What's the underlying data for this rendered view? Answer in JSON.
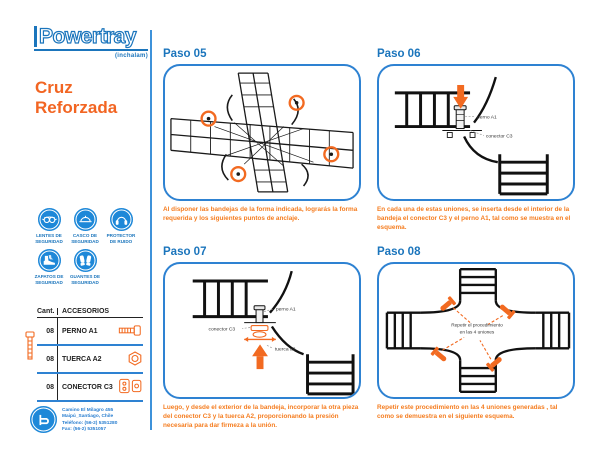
{
  "brand": {
    "logo": "Powertray",
    "sublogo": "(inchalam)",
    "title_line1": "Cruz",
    "title_line2": "Reforzada"
  },
  "safety": {
    "items": [
      {
        "icon": "goggles-icon",
        "label1": "LENTES DE",
        "label2": "SEGURIDAD"
      },
      {
        "icon": "helmet-icon",
        "label1": "CASCO DE",
        "label2": "SEGURIDAD"
      },
      {
        "icon": "ear-protection-icon",
        "label1": "PROTECTOR",
        "label2": "DE RUIDO"
      },
      {
        "icon": "boots-icon",
        "label1": "ZAPATOS DE",
        "label2": "SEGURIDAD"
      },
      {
        "icon": "gloves-icon",
        "label1": "GUANTES DE",
        "label2": "SEGURIDAD"
      }
    ]
  },
  "accessories": {
    "headers": {
      "qty": "Cant.",
      "name": "ACCESORIOS"
    },
    "rows": [
      {
        "qty": "08",
        "name": "PERNO A1",
        "icon": "bolt-icon"
      },
      {
        "qty": "08",
        "name": "TUERCA A2",
        "icon": "nut-icon"
      },
      {
        "qty": "08",
        "name": "CONECTOR C3",
        "icon": "connector-icon"
      }
    ]
  },
  "contact": {
    "line1": "Camino El Milagro 455",
    "line2": "Maipú_Santiago, Chile",
    "line3": "Teléfono: (56-2) 5351280",
    "line4": "Fax: (56-2) 5351057"
  },
  "steps": [
    {
      "title": "Paso 05",
      "caption": "Al disponer las bandejas de la forma indicada, lograrás la forma requerida y los siguientes puntos de anclaje."
    },
    {
      "title": "Paso 06",
      "caption": "En cada una de estas uniones, se inserta desde el interior de la bandeja el conector C3 y el perno A1, tal como se muestra en el esquema.",
      "labels": {
        "perno": "perno A1",
        "conector": "conector C3"
      }
    },
    {
      "title": "Paso 07",
      "caption": "Luego, y desde el exterior de la bandeja,  incorporar la otra pieza del conector C3 y la tuerca A2, proporcionando la presión necesaria para dar firmeza a la unión.",
      "labels": {
        "perno": "perno A1",
        "conector": "conector C3",
        "tuerca": "tuerca a2"
      }
    },
    {
      "title": "Paso 08",
      "caption": "Repetir este procedimiento en las 4 uniones generadas , tal como se demuestra en el siguiente esquema.",
      "center_note_line1": "Repetir el procedimiento",
      "center_note_line2": "en las 4 uniones"
    }
  ],
  "colors": {
    "brand_blue": "#1b75bc",
    "icon_blue": "#1e88d8",
    "box_border_blue": "#2e82d2",
    "title_orange": "#f26522",
    "caption_orange": "#f57d20",
    "diagram_orange": "#f26a21"
  }
}
